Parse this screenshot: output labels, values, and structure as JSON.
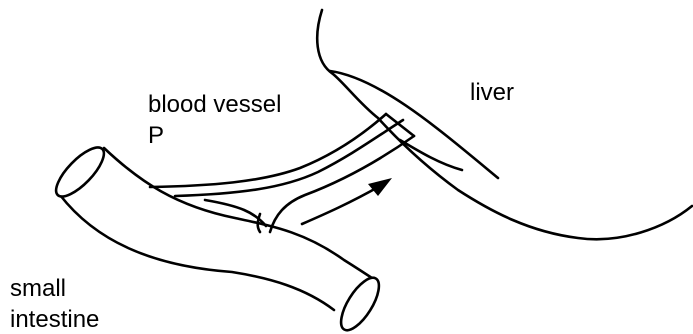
{
  "labels": {
    "blood_vessel": "blood vessel",
    "vessel_letter": "P",
    "liver": "liver",
    "small_intestine_line1": "small",
    "small_intestine_line2": "intestine"
  },
  "colors": {
    "line": "#000000",
    "background": "#ffffff"
  }
}
